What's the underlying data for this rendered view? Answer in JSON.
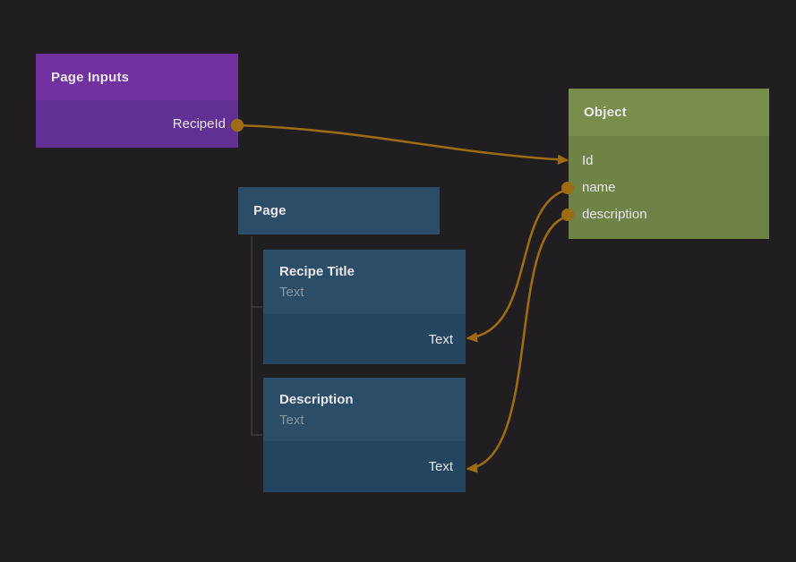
{
  "colors": {
    "background": "#201e21",
    "connector": "#9d6b12",
    "tree_line": "#3e3e40",
    "purple_header": "#7231a1",
    "purple_body": "#603093",
    "green_header": "#7a8e4c",
    "green_body": "#6f8347",
    "blue_header": "#2b4d68",
    "blue_body": "#24455f",
    "text_primary": "#eae8ec",
    "text_muted": "#8a959e"
  },
  "page_inputs_node": {
    "title": "Page Inputs",
    "output_field": "RecipeId"
  },
  "object_node": {
    "title": "Object",
    "fields": [
      "Id",
      "name",
      "description"
    ]
  },
  "page_node": {
    "title": "Page"
  },
  "component_nodes": [
    {
      "title": "Recipe Title",
      "subtitle": "Text",
      "input_label": "Text"
    },
    {
      "title": "Description",
      "subtitle": "Text",
      "input_label": "Text"
    }
  ],
  "connections": [
    {
      "from": "Page Inputs.RecipeId",
      "to": "Object.Id"
    },
    {
      "from": "Object.name",
      "to": "Recipe Title.Text"
    },
    {
      "from": "Object.description",
      "to": "Description.Text"
    }
  ]
}
